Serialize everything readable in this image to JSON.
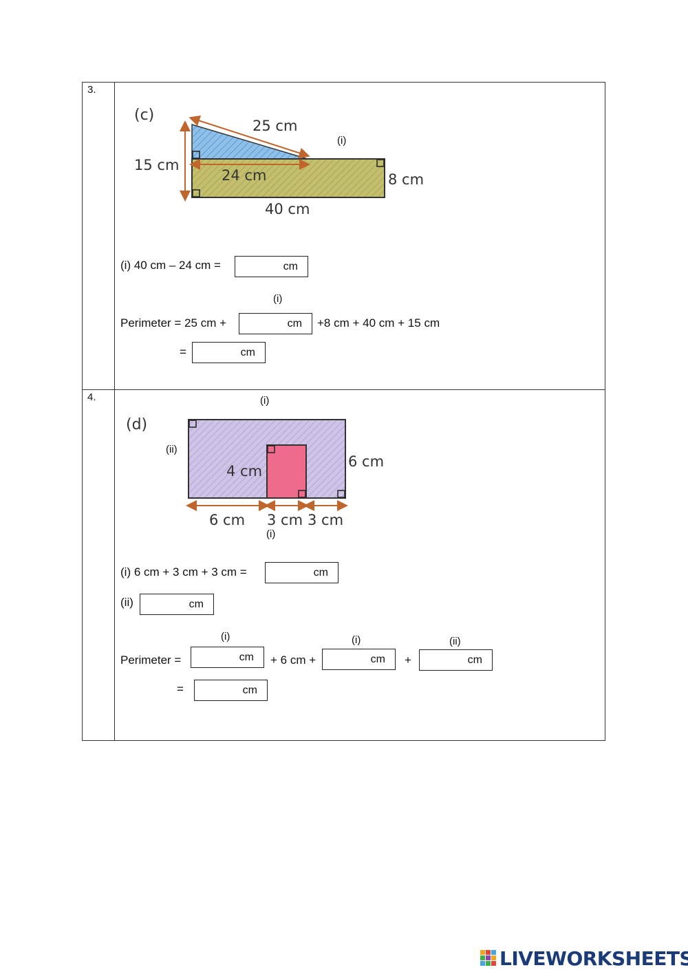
{
  "q3": {
    "number": "3.",
    "figure": {
      "label": "(c)",
      "hyp": "25 cm",
      "height": "15 cm",
      "inner": "24 cm",
      "right": "8 cm",
      "bottom": "40 cm",
      "marker": "(i)"
    },
    "step1": {
      "text": "(i) 40 cm – 24 cm =",
      "unit": "cm"
    },
    "step2": {
      "marker": "(i)",
      "lead": "Perimeter = 25 cm +",
      "unit": "cm",
      "tail": "+8 cm + 40 cm + 15 cm"
    },
    "step3": {
      "eq": "=",
      "unit": "cm"
    }
  },
  "q4": {
    "number": "4.",
    "figure": {
      "label": "(d)",
      "marker_top": "(i)",
      "marker_left": "(ii)",
      "inner_height": "4 cm",
      "right": "6 cm",
      "bottom_a": "6 cm",
      "bottom_b": "3 cm",
      "bottom_c": "3 cm",
      "marker_bottom": "(i)"
    },
    "step1": {
      "text": "(i) 6 cm + 3 cm + 3 cm =",
      "unit": "cm"
    },
    "step2": {
      "text": "(ii)",
      "unit": "cm"
    },
    "step3": {
      "lead": "Perimeter =",
      "marker1": "(i)",
      "unit1": "cm",
      "mid1": "+ 6 cm +",
      "marker2": "(i)",
      "unit2": "cm",
      "mid2": "+",
      "marker3": "(ii)",
      "unit3": "cm"
    },
    "step4": {
      "eq": "=",
      "unit": "cm"
    }
  },
  "footer": {
    "logo": "LIVEWORKSHEETS"
  }
}
